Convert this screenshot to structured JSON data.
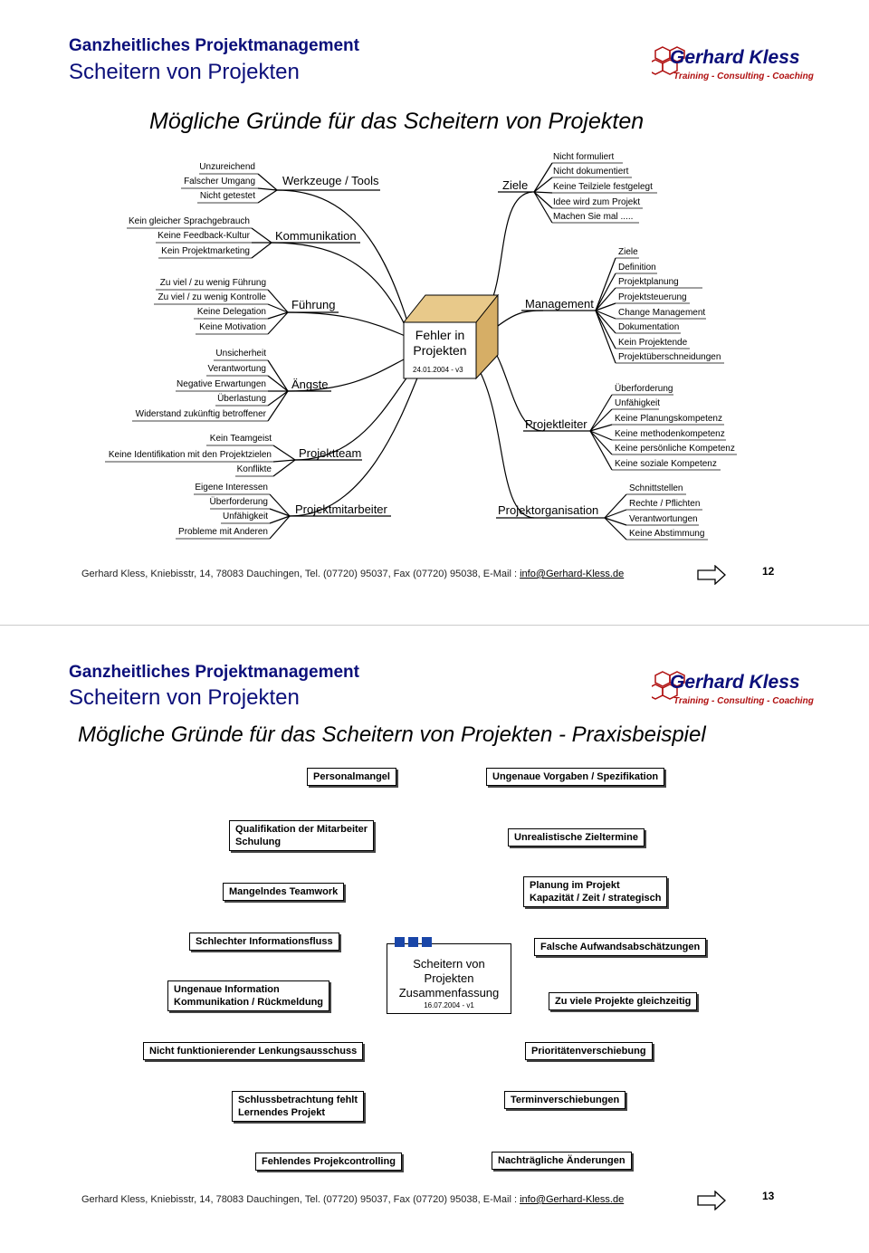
{
  "slide1": {
    "header_line1": "Ganzheitliches Projektmanagement",
    "header_line2": "Scheitern von Projekten",
    "logo_name": "Gerhard Kless",
    "logo_sub": "Training - Consulting - Coaching",
    "title": "Mögliche Gründe für das Scheitern von Projekten",
    "center_title": "Fehler in Projekten",
    "center_date": "24.01.2004 - v3",
    "branches": {
      "werkzeuge": "Werkzeuge / Tools",
      "kommunikation": "Kommunikation",
      "fuehrung": "Führung",
      "aengste": "Ängste",
      "projektteam": "Projektteam",
      "projektmitarbeiter": "Projektmitarbeiter",
      "ziele": "Ziele",
      "management": "Management",
      "projektleiter": "Projektleiter",
      "projektorganisation": "Projektorganisation"
    },
    "leaves": {
      "werkzeuge": [
        "Unzureichend",
        "Falscher Umgang",
        "Nicht getestet"
      ],
      "kommunikation": [
        "Kein gleicher Sprachgebrauch",
        "Keine Feedback-Kultur",
        "Kein Projektmarketing"
      ],
      "fuehrung": [
        "Zu viel / zu wenig Führung",
        "Zu viel / zu wenig Kontrolle",
        "Keine Delegation",
        "Keine Motivation"
      ],
      "aengste": [
        "Unsicherheit",
        "Verantwortung",
        "Negative Erwartungen",
        "Überlastung",
        "Widerstand zukünftig betroffener"
      ],
      "projektteam": [
        "Kein Teamgeist",
        "Keine Identifikation mit den Projektzielen",
        "Konflikte"
      ],
      "projektmitarbeiter": [
        "Eigene Interessen",
        "Überforderung",
        "Unfähigkeit",
        "Probleme mit Anderen"
      ],
      "ziele": [
        "Nicht formuliert",
        "Nicht dokumentiert",
        "Keine Teilziele festgelegt",
        "Idee wird zum Projekt",
        "Machen Sie mal ....."
      ],
      "management": [
        "Ziele",
        "Definition",
        "Projektplanung",
        "Projektsteuerung",
        "Change Management",
        "Dokumentation",
        "Kein Projektende",
        "Projektüberschneidungen"
      ],
      "projektleiter": [
        "Überforderung",
        "Unfähigkeit",
        "Keine Planungskompetenz",
        "Keine methodenkompetenz",
        "Keine persönliche Kompetenz",
        "Keine soziale Kompetenz"
      ],
      "projektorganisation": [
        "Schnittstellen",
        "Rechte / Pflichten",
        "Verantwortungen",
        "Keine Abstimmung"
      ]
    },
    "footer_text": "Gerhard Kless, Kniebisstr, 14, 78083 Dauchingen, Tel. (07720) 95037, Fax (07720) 95038, E-Mail : ",
    "footer_mail": "info@Gerhard-Kless.de",
    "page_number": "12"
  },
  "slide2": {
    "header_line1": "Ganzheitliches Projektmanagement",
    "header_line2": "Scheitern von Projekten",
    "logo_name": "Gerhard Kless",
    "logo_sub": "Training - Consulting - Coaching",
    "title": "Mögliche Gründe für das Scheitern von Projekten - Praxisbeispiel",
    "center_line1": "Scheitern von",
    "center_line2": "Projekten",
    "center_line3": "Zusammenfassung",
    "center_date": "16.07.2004 - v1",
    "boxes": {
      "personalmangel": "Personalmangel",
      "vorgaben": "Ungenaue Vorgaben / Spezifikation",
      "qualifikation_1": "Qualifikation der Mitarbeiter",
      "qualifikation_2": "Schulung",
      "zieltermine": "Unrealistische Zieltermine",
      "teamwork": "Mangelndes Teamwork",
      "planung_1": "Planung im Projekt",
      "planung_2": "Kapazität / Zeit / strategisch",
      "informationsfluss": "Schlechter Informationsfluss",
      "aufwand": "Falsche Aufwandsabschätzungen",
      "information_1": "Ungenaue Information",
      "information_2": "Kommunikation / Rückmeldung",
      "gleichzeitig": "Zu viele Projekte gleichzeitig",
      "lenkung": "Nicht funktionierender Lenkungsausschuss",
      "prioritaeten": "Prioritätenverschiebung",
      "schluss_1": "Schlussbetrachtung fehlt",
      "schluss_2": "Lernendes Projekt",
      "termin": "Terminverschiebungen",
      "controlling": "Fehlendes Projekcontrolling",
      "aenderungen": "Nachträgliche Änderungen"
    },
    "footer_text": "Gerhard Kless, Kniebisstr, 14, 78083 Dauchingen, Tel. (07720) 95037, Fax (07720) 95038, E-Mail : ",
    "footer_mail": "info@Gerhard-Kless.de",
    "page_number": "13"
  },
  "colors": {
    "header_blue": "#0b0f7a",
    "logo_red": "#b01010",
    "box_tan": "#e8c98a"
  }
}
